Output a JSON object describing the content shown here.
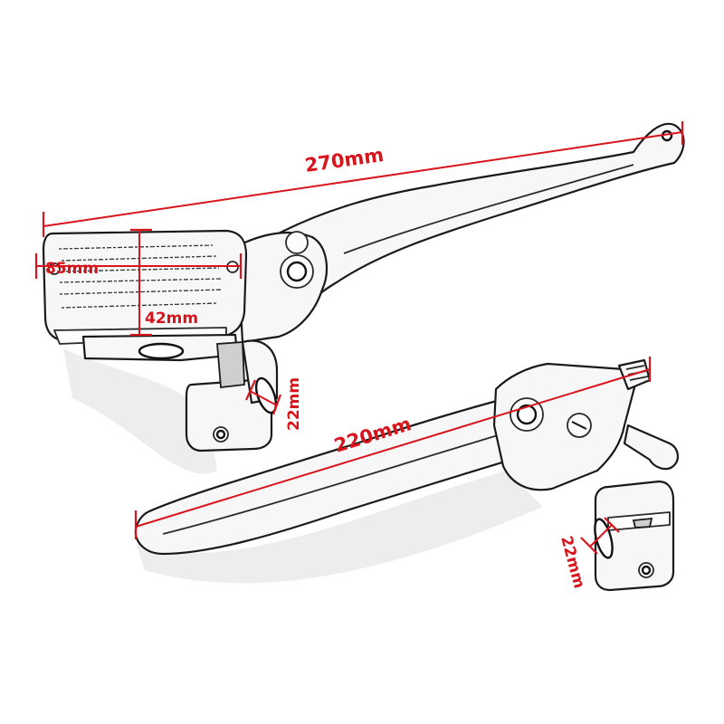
{
  "dimensions": {
    "lever1_length": "270mm",
    "reservoir_height": "85mm",
    "reservoir_width": "42mm",
    "clamp1_diameter": "22mm",
    "lever2_length": "220mm",
    "clamp2_diameter": "22mm"
  },
  "colors": {
    "dimension": "#d8141c",
    "outline": "#1a1a1a"
  }
}
